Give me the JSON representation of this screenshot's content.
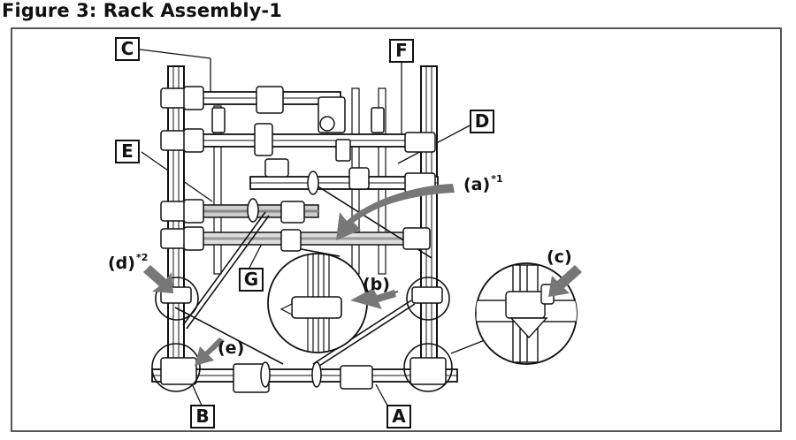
{
  "figure": {
    "title": "Figure 3: Rack Assembly-1"
  },
  "labels": {
    "a": "A",
    "b": "B",
    "c": "C",
    "d": "D",
    "e": "E",
    "f": "F",
    "g": "G"
  },
  "callouts": {
    "a": {
      "text": "(a)",
      "sup": "*1"
    },
    "b": {
      "text": "(b)"
    },
    "c": {
      "text": "(c)"
    },
    "d": {
      "text": "(d)",
      "sup": "*2"
    },
    "e": {
      "text": "(e)"
    }
  },
  "colors": {
    "line": "#111111",
    "arrow": "#777777",
    "frame": "#555555",
    "tube": "#bbbbbb"
  }
}
